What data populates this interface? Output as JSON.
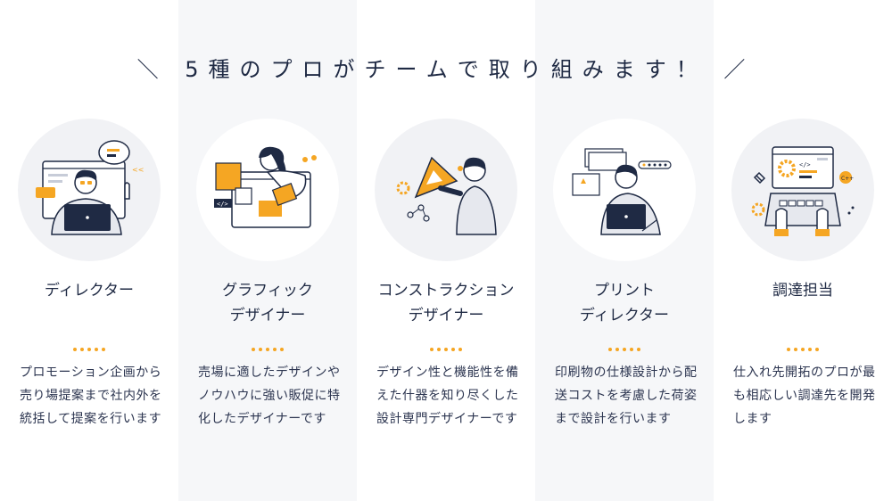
{
  "header": {
    "title": "＼ 5種のプロがチームで取り組みます！ ／"
  },
  "roles": [
    {
      "name_lines": [
        "ディレクター"
      ],
      "description": "プロモーション企画から売り場提案まで社内外を統括して提案を行います",
      "illustration": "director-icon"
    },
    {
      "name_lines": [
        "グラフィック",
        "デザイナー"
      ],
      "description": "売場に適したデザインやノウハウに強い販促に特化したデザイナーです",
      "illustration": "graphic-designer-icon"
    },
    {
      "name_lines": [
        "コンストラクション",
        "デザイナー"
      ],
      "description": "デザイン性と機能性を備えた什器を知り尽くした設計専門デザイナーです",
      "illustration": "construction-designer-icon"
    },
    {
      "name_lines": [
        "プリント",
        "ディレクター"
      ],
      "description": "印刷物の仕様設計から配送コストを考慮した荷姿まで設計を行います",
      "illustration": "print-director-icon"
    },
    {
      "name_lines": [
        "調達担当"
      ],
      "description": "仕入れ先開拓のプロが最も相応しい調達先を開発します",
      "illustration": "procurement-icon"
    }
  ],
  "colors": {
    "accent": "#f5a623",
    "navy": "#1f2a44",
    "stripe": "#f6f7f9",
    "circle": "#f1f2f5",
    "circle_on_stripe": "#ffffff"
  }
}
